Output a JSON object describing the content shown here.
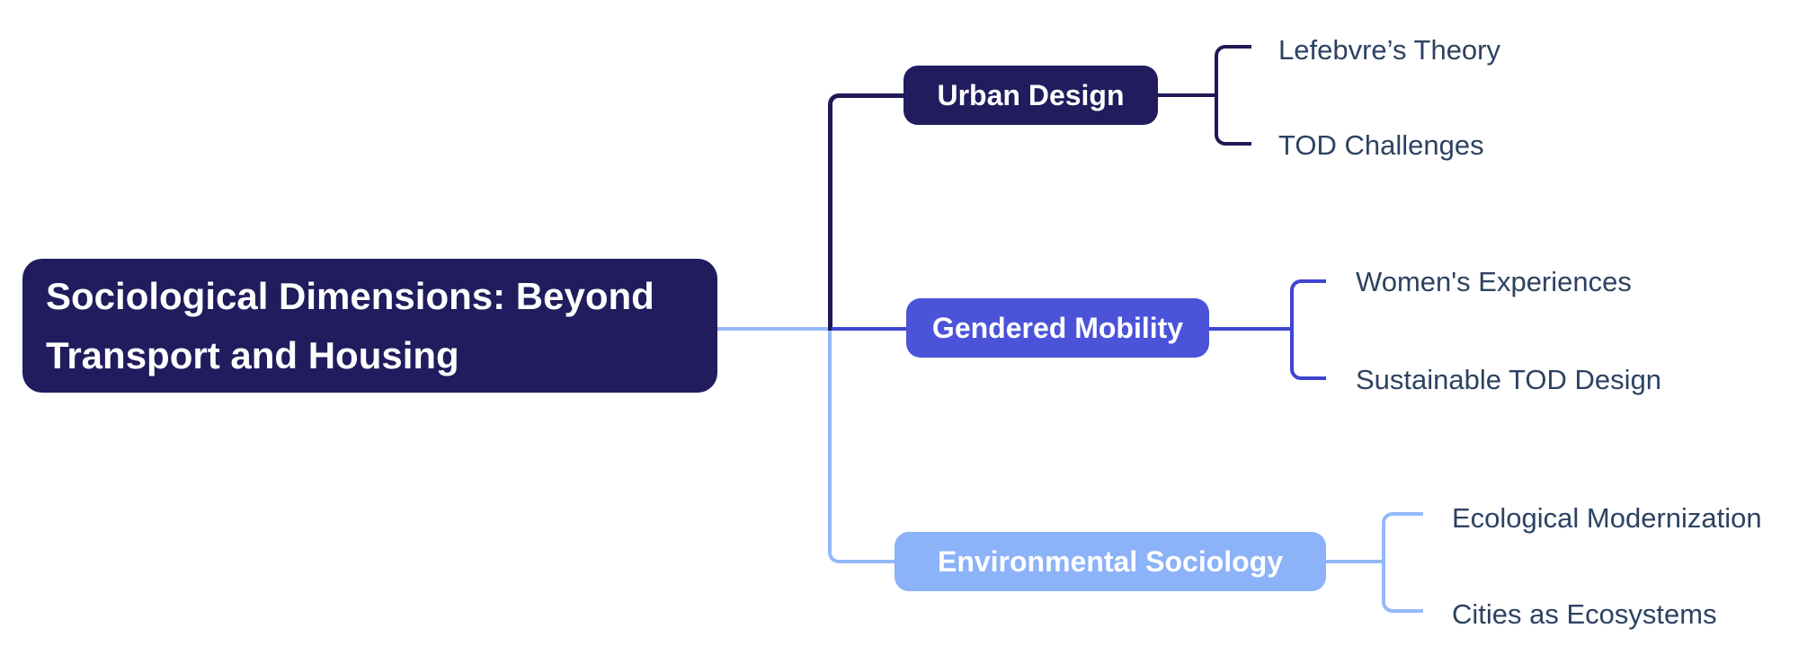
{
  "colors": {
    "bg": "#ffffff",
    "navy": "#211c5e",
    "navyLine": "#1f1a56",
    "indigo": "#4b53d9",
    "indigoLine": "#3d46cf",
    "lightblue": "#8cb2f8",
    "lightblueLine": "#93b9f8",
    "nodeText": "#ffffff",
    "childText": "#2d4262"
  },
  "mindmap": {
    "root": {
      "label": "Sociological Dimensions: Beyond Transport and Housing",
      "lines": [
        "Sociological Dimensions: Beyond",
        "Transport and Housing"
      ]
    },
    "branches": [
      {
        "label": "Urban Design",
        "children": [
          "Lefebvre’s Theory",
          "TOD Challenges"
        ]
      },
      {
        "label": "Gendered Mobility",
        "children": [
          "Women's Experiences",
          "Sustainable TOD Design"
        ]
      },
      {
        "label": "Environmental Sociology",
        "children": [
          "Ecological Modernization",
          "Cities as Ecosystems"
        ]
      }
    ]
  }
}
